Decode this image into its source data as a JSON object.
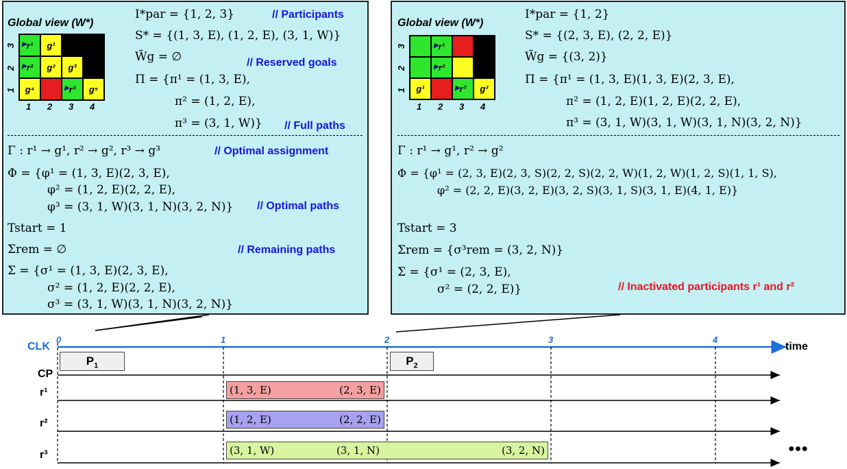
{
  "left_panel": {
    "global_view": "Global view (W*)",
    "grid": {
      "rows": [
        [
          {
            "color": "#2ee62e",
            "text": "r¹",
            "robot": true
          },
          {
            "color": "#ffff22",
            "text": "g¹"
          },
          {
            "color": "#000000",
            "text": ""
          },
          {
            "color": "#000000",
            "text": ""
          }
        ],
        [
          {
            "color": "#2ee62e",
            "text": "r²",
            "robot": true
          },
          {
            "color": "#ffff22",
            "text": "g²"
          },
          {
            "color": "#ffff22",
            "text": "g³"
          },
          {
            "color": "#000000",
            "text": ""
          }
        ],
        [
          {
            "color": "#ffff22",
            "text": "g⁴"
          },
          {
            "color": "#e61e1e",
            "text": ""
          },
          {
            "color": "#2ee62e",
            "text": "r³",
            "robot": true
          },
          {
            "color": "#ffff22",
            "text": "g⁵"
          }
        ]
      ],
      "col_labels": [
        "1",
        "2",
        "3",
        "4"
      ],
      "row_labels": [
        "3",
        "2",
        "1"
      ]
    },
    "lines": [
      "I*par = {1, 2, 3}",
      "S* = {(1, 3, E), (1, 2, E), (3, 1, W)}",
      "W̃g = ∅",
      "Π = {π¹ = (1, 3, E),",
      "π² = (1, 2, E),",
      "π³ = (3, 1, W)}",
      "Γ : r¹ → g¹, r² → g², r³ → g³",
      "Φ = {φ¹ = (1, 3, E)(2, 3, E),",
      "φ² = (1, 2, E)(2, 2, E),",
      "φ³ = (3, 1, W)(3, 1, N)(3, 2, N)}",
      "Tstart = 1",
      "Σrem = ∅",
      "Σ = {σ¹ = (1, 3, E)(2, 3, E),",
      "σ² = (1, 2, E)(2, 2, E),",
      "σ³ = (3, 1, W)(3, 1, N)(3, 2, N)}"
    ],
    "comments": {
      "participants": "// Participants",
      "reserved": "// Reserved goals",
      "full_paths": "// Full paths",
      "assignment": "// Optimal assignment",
      "optimal_paths": "// Optimal paths",
      "remaining": "// Remaining paths"
    }
  },
  "right_panel": {
    "global_view": "Global view (W*)",
    "grid": {
      "rows": [
        [
          {
            "color": "#2ee62e",
            "text": ""
          },
          {
            "color": "#2ee62e",
            "text": "r¹",
            "robot": true
          },
          {
            "color": "#e61e1e",
            "text": ""
          },
          {
            "color": "#000000",
            "text": ""
          }
        ],
        [
          {
            "color": "#2ee62e",
            "text": ""
          },
          {
            "color": "#2ee62e",
            "text": "r²",
            "robot": true
          },
          {
            "color": "#ffff22",
            "text": ""
          },
          {
            "color": "#000000",
            "text": ""
          }
        ],
        [
          {
            "color": "#ffff22",
            "text": "g¹"
          },
          {
            "color": "#e61e1e",
            "text": ""
          },
          {
            "color": "#2ee62e",
            "text": "r³",
            "robot": true
          },
          {
            "color": "#ffff22",
            "text": "g²"
          }
        ]
      ],
      "col_labels": [
        "1",
        "2",
        "3",
        "4"
      ],
      "row_labels": [
        "3",
        "2",
        "1"
      ]
    },
    "lines": [
      "I*par = {1, 2}",
      "S* = {(2, 3, E), (2, 2, E)}",
      "W̃g = {(3, 2)}",
      "Π = {π¹ = (1, 3, E)(1, 3, E)(2, 3, E),",
      "π² = (1, 2, E)(1, 2, E)(2, 2, E),",
      "π³ = (3, 1, W)(3, 1, W)(3, 1, N)(3, 2, N)}",
      "Γ : r¹ → g¹, r² → g²",
      "Φ = {φ¹ = (2, 3, E)(2, 3, S)(2, 2, S)(2, 2, W)(1, 2, W)(1, 2, S)(1, 1, S),",
      "φ² = (2, 2, E)(3, 2, E)(3, 2, S)(3, 1, S)(3, 1, E)(4, 1, E)}",
      "Tstart = 3",
      "Σrem = {σ³rem = (3, 2, N)}",
      "Σ = {σ¹ = (2, 3, E),",
      "σ² = (2, 2, E)}"
    ],
    "comment_inactive": "// Inactivated participants r¹ and r²"
  },
  "timeline": {
    "clk": "CLK",
    "time": "time",
    "ticks": [
      "0",
      "1",
      "2",
      "3",
      "4"
    ],
    "rows": [
      "CP",
      "r¹",
      "r²",
      "r³"
    ],
    "p1": "P₁",
    "p2": "P₂",
    "r1_seg": [
      "(1, 3, E)",
      "(2, 3, E)"
    ],
    "r2_seg": [
      "(1, 2, E)",
      "(2, 2, E)"
    ],
    "r3_seg": [
      "(3, 1, W)",
      "(3, 1, N)",
      "(3, 2, N)"
    ],
    "ellipsis": "●●●",
    "colors": {
      "axis": "#1b6fd8",
      "r1": "#f4a0a0",
      "r2": "#a8a0f0",
      "r3": "#d8f4a0"
    }
  }
}
